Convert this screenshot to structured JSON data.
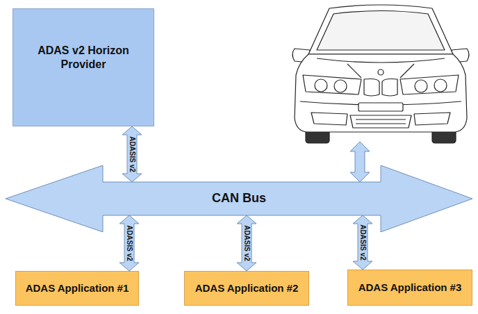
{
  "diagram": {
    "nodes": [
      {
        "text": [
          "ADAS v2 Horizon Provider"
        ]
      },
      {
        "text": [
          "CAN Bus"
        ]
      },
      {
        "text": [
          "ADAS Application #1"
        ]
      },
      {
        "text": [
          "ADAS Application #2"
        ]
      },
      {
        "text": [
          "ADAS Application #3"
        ]
      }
    ],
    "edges": [
      {
        "from": 0,
        "to": 1,
        "label": "ADASIS v2",
        "arrow": "both"
      },
      {
        "from": 1,
        "to": 2,
        "label": "ADASIS v2",
        "arrow": "both"
      },
      {
        "from": 1,
        "to": 3,
        "label": "ADASIS v2",
        "arrow": "both"
      },
      {
        "from": 1,
        "to": 4,
        "label": "ADASIS v2",
        "arrow": "both"
      }
    ]
  }
}
